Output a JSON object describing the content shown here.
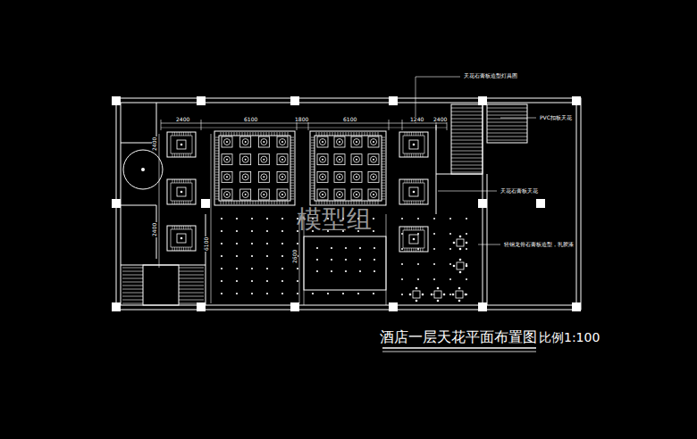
{
  "diagram": {
    "title": "酒店一层天花平面布置图",
    "labels": [
      "模型组",
      "比例1:100",
      "2400",
      "6100",
      "1800",
      "6100",
      "1240",
      "2400",
      "天花石膏板造型灯具图",
      "PVC扣板天花",
      "天花石膏板天花",
      "轻钢龙骨石膏板造型，乳胶漆",
      "2400",
      "2400",
      "6100",
      "2600"
    ]
  }
}
